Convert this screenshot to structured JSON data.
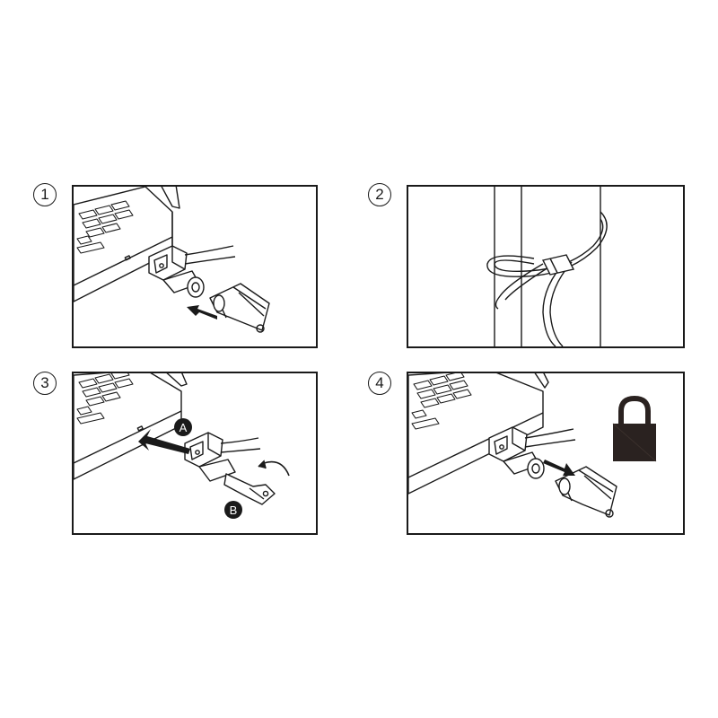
{
  "steps": [
    {
      "number": "1",
      "icon": "laptop-lock-insert-icon"
    },
    {
      "number": "2",
      "icon": "cable-loop-icon"
    },
    {
      "number": "3",
      "icon": "lock-rotate-key-icon"
    },
    {
      "number": "4",
      "icon": "locked-remove-key-icon"
    }
  ],
  "step3_labels": {
    "push": "A",
    "turn": "B"
  },
  "colors": {
    "stroke": "#1a1a1a",
    "padlock": "#2a2220",
    "background": "#ffffff"
  }
}
